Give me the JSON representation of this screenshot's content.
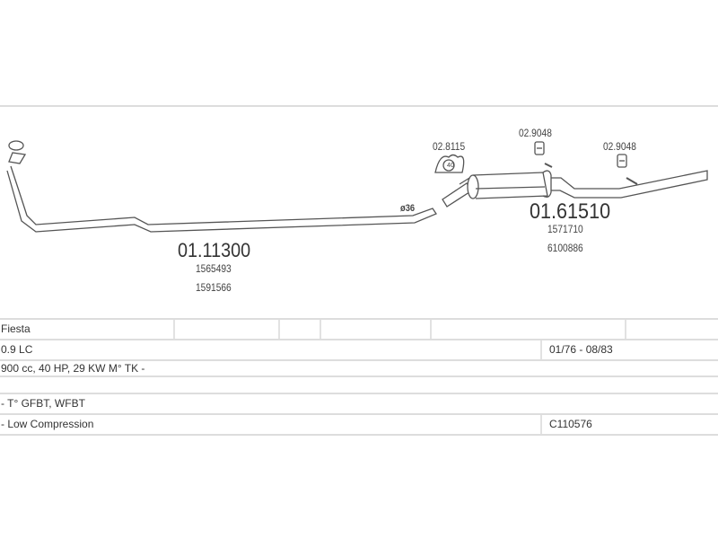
{
  "diagram": {
    "front_pipe": {
      "part_no": "01.11300",
      "oe_numbers": [
        "1565493",
        "1591566"
      ],
      "diameter": "ø36"
    },
    "rear_silencer": {
      "part_no": "01.61510",
      "oe_numbers": [
        "1571710",
        "6100886"
      ]
    },
    "clamp": {
      "part_no": "02.8115",
      "size": "40"
    },
    "hangers": [
      {
        "part_no": "02.9048"
      },
      {
        "part_no": "02.9048"
      }
    ]
  },
  "table": {
    "model": "Fiesta",
    "engine": "0.9 LC",
    "period": "01/76 - 08/83",
    "spec": "900 cc, 40 HP, 29 KW M° TK -",
    "blank": "",
    "type": "- T° GFBT, WFBT",
    "note": "- Low Compression",
    "code": "C110576"
  }
}
